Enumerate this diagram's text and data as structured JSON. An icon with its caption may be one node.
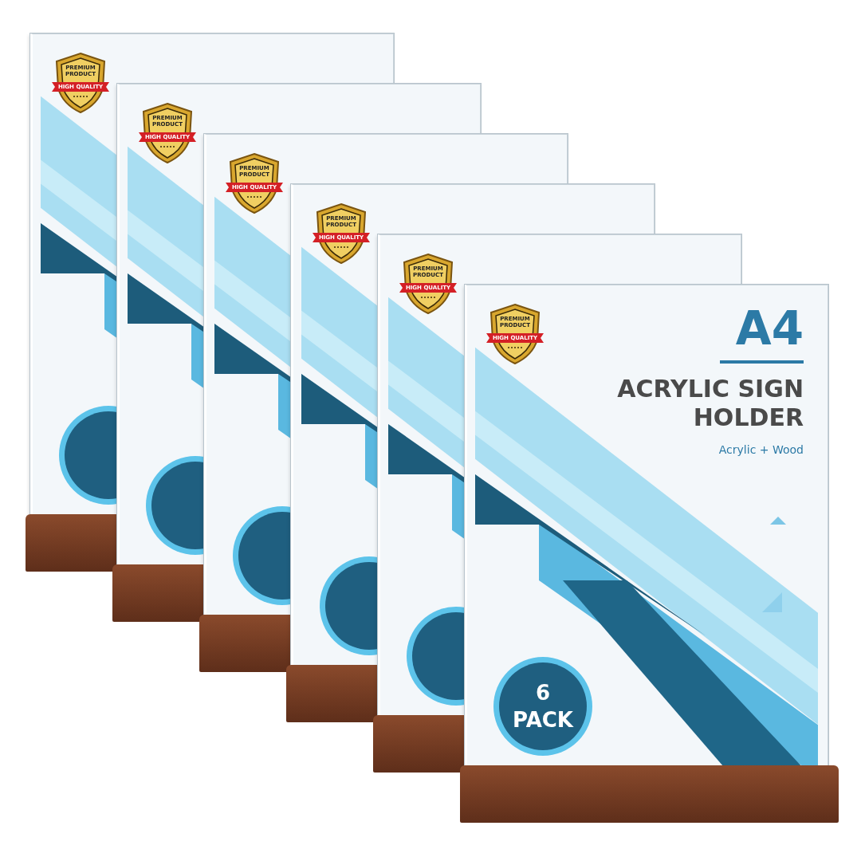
{
  "diagram": {
    "labels": [
      "PREMIUM PRODUCT",
      "HIGH QUALITY",
      "PREMIUM PRODUCT",
      "HIGH QUALITY",
      "PREMIUM PRODUCT",
      "HIGH QUALITY",
      "PREMIUM PRODUCT",
      "HIGH QUALITY",
      "PREMIUM PRODUCT",
      "HIGH QUALITY",
      "PREMIUM PRODUCT",
      "HIGH QUALITY",
      "A4",
      "ACRYLIC SIGN HOLDER",
      "Acrylic + Wood",
      "6 PACK"
    ]
  }
}
